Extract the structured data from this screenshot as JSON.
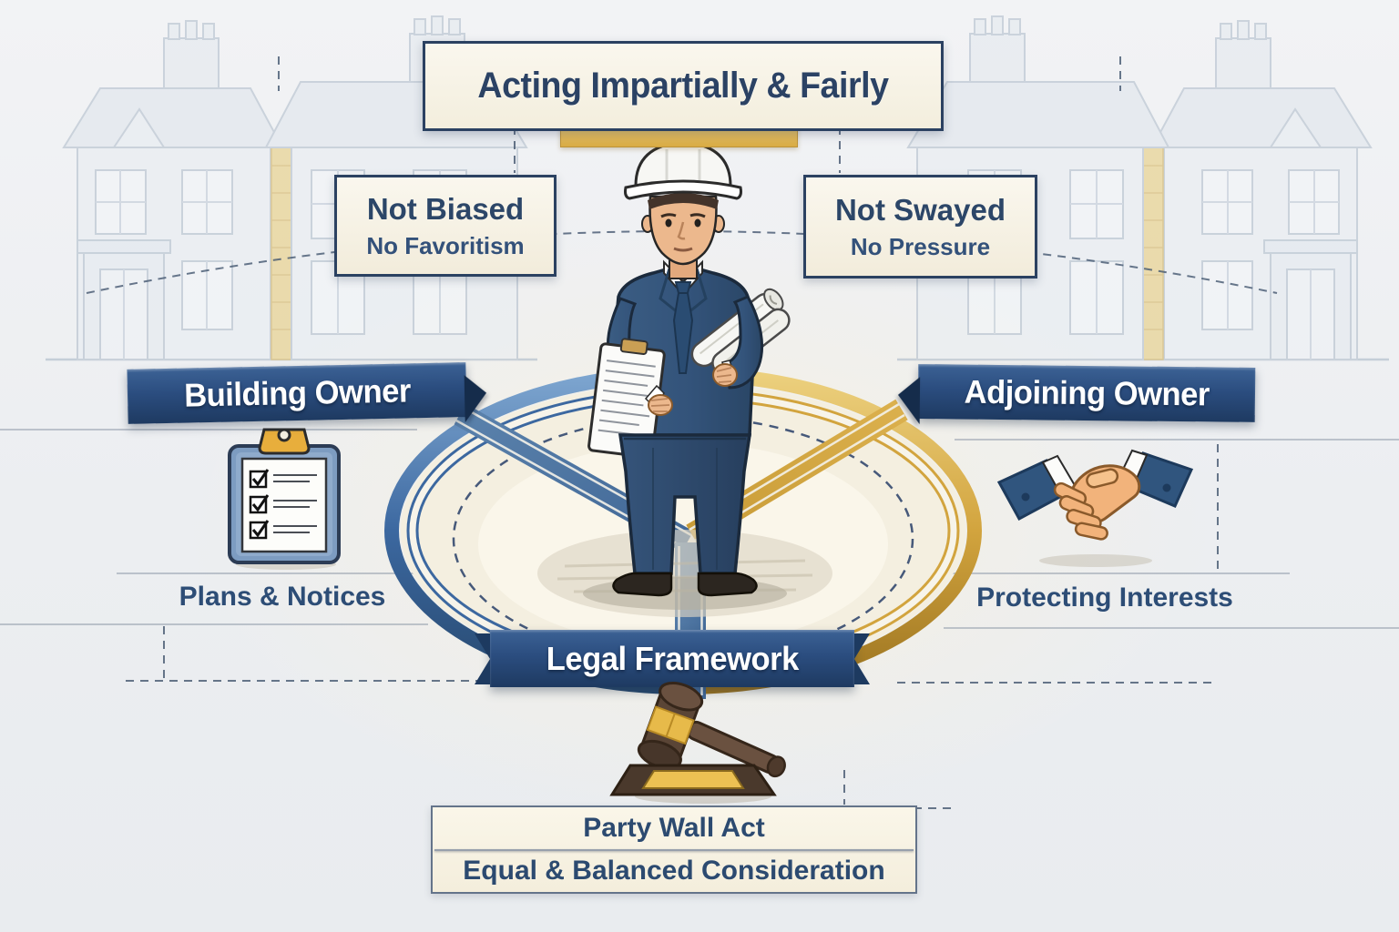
{
  "header": {
    "title": "Acting Impartially & Fairly"
  },
  "boxes": {
    "not_biased": {
      "heading": "Not Biased",
      "sub": "No Favoritism"
    },
    "not_swayed": {
      "heading": "Not Swayed",
      "sub": "No Pressure"
    }
  },
  "ribbons": {
    "building_owner": "Building Owner",
    "adjoining_owner": "Adjoining Owner",
    "legal_framework": "Legal Framework"
  },
  "captions": {
    "plans_notices": "Plans & Notices",
    "protecting_interests": "Protecting Interests"
  },
  "footer": {
    "party_wall_act": "Party Wall Act",
    "equal_balanced": "Equal & Balanced Consideration"
  },
  "icons": [
    "surveyor-figure",
    "clipboard-checklist-icon",
    "handshake-icon",
    "gavel-icon",
    "houses-sketch-left",
    "houses-sketch-right"
  ],
  "colors": {
    "navy_text": "#2c4668",
    "ribbon_navy": "#2b4d7f",
    "ring_blue": "#3c68a0",
    "ring_gold": "#d2a43e",
    "cream_panel": "#f4efe0",
    "background": "#eef0f3",
    "party_wall_strip": "#e6c76d"
  }
}
